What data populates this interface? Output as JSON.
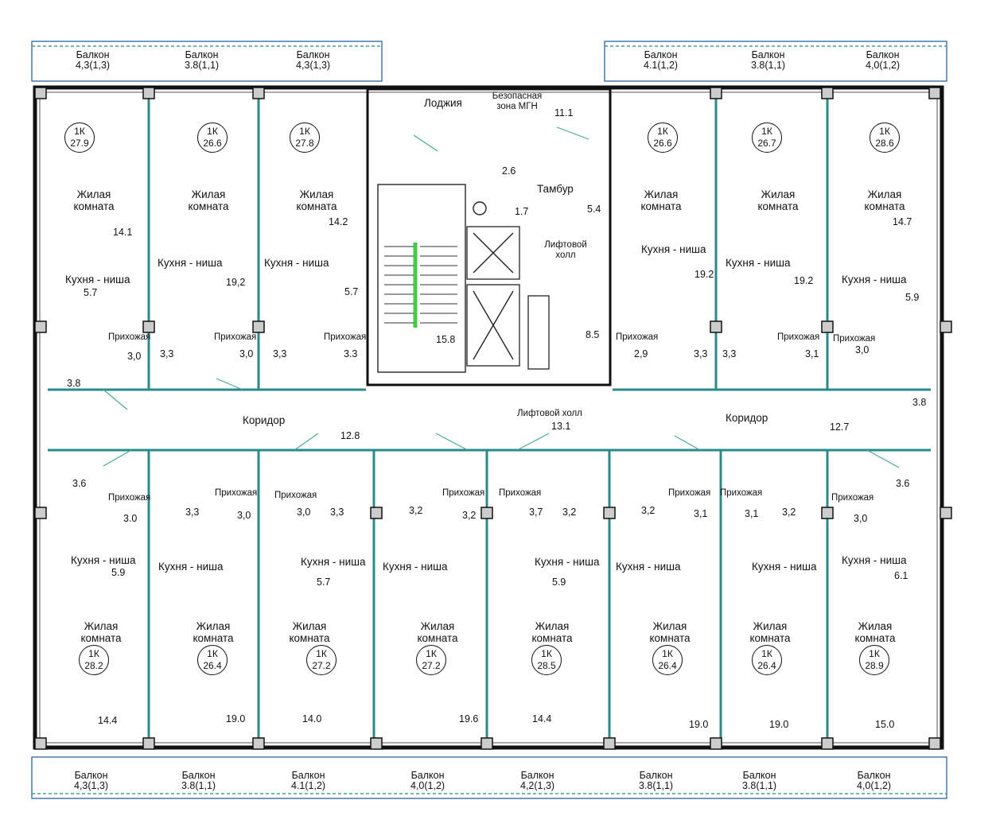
{
  "top_balconies": [
    {
      "name": "Балкон",
      "size": "4,3(1,3)"
    },
    {
      "name": "Балкон",
      "size": "3.8(1,1)"
    },
    {
      "name": "Балкон",
      "size": "4,3(1,3)"
    },
    {
      "name": "Балкон",
      "size": "4.1(1,2)"
    },
    {
      "name": "Балкон",
      "size": "3.8(1,1)"
    },
    {
      "name": "Балкон",
      "size": "4,0(1,2)"
    }
  ],
  "bottom_balconies": [
    {
      "name": "Балкон",
      "size": "4,3(1,3)"
    },
    {
      "name": "Балкон",
      "size": "3.8(1,1)"
    },
    {
      "name": "Балкон",
      "size": "4.1(1,2)"
    },
    {
      "name": "Балкон",
      "size": "4,0(1,2)"
    },
    {
      "name": "Балкон",
      "size": "4,2(1,3)"
    },
    {
      "name": "Балкон",
      "size": "3.8(1,1)"
    },
    {
      "name": "Балкон",
      "size": "3.8(1,1)"
    },
    {
      "name": "Балкон",
      "size": "4,0(1,2)"
    }
  ],
  "top_apartments": [
    {
      "type": "1К",
      "area": "27.9"
    },
    {
      "type": "1К",
      "area": "26.6"
    },
    {
      "type": "1К",
      "area": "27.8"
    },
    {
      "type": "1К",
      "area": "26.6"
    },
    {
      "type": "1К",
      "area": "26.7"
    },
    {
      "type": "1К",
      "area": "28.6"
    }
  ],
  "bottom_apartments": [
    {
      "type": "1К",
      "area": "28.2"
    },
    {
      "type": "1К",
      "area": "26.4"
    },
    {
      "type": "1К",
      "area": "27.2"
    },
    {
      "type": "1К",
      "area": "27.2"
    },
    {
      "type": "1К",
      "area": "28.5"
    },
    {
      "type": "1К",
      "area": "26.4"
    },
    {
      "type": "1К",
      "area": "26.4"
    },
    {
      "type": "1К",
      "area": "28.9"
    }
  ],
  "labels": {
    "living_room": "Жилая комната",
    "kitchen": "Кухня - ниша",
    "hallway": "Прихожая",
    "corridor": "Коридор",
    "loggia": "Лоджия",
    "safe_zone": "Безопасная зона МГН",
    "vestibule": "Тамбур",
    "lift_hall": "Лифтовой холл",
    "lift_hall_main": "Лифтовой холл"
  },
  "areas": {
    "top_living": [
      "14.1",
      "14.2",
      "14.7"
    ],
    "top_kitchen": [
      "5.7",
      "19,2",
      "5.7",
      "19.2",
      "19.2",
      "5.9"
    ],
    "top_hall": [
      "3,0",
      "3,0",
      "3.3",
      "2,9",
      "3,1",
      "3,0"
    ],
    "top_bath": [
      "3,3",
      "3,3",
      "3,3",
      "3,3"
    ],
    "side_bath": [
      "3.8",
      "3.6",
      "3.8",
      "3.6"
    ],
    "corridors": [
      "12.8",
      "12.7"
    ],
    "core": [
      "11.1",
      "2.6",
      "1.7",
      "5.4",
      "15.8",
      "8.5",
      "13.1"
    ],
    "bot_hall": [
      "3.0",
      "3,0",
      "3,0",
      "3,2",
      "3,7",
      "3,1",
      "3,1",
      "3,0"
    ],
    "bot_bath": [
      "3,3",
      "3,3",
      "3,2",
      "3,2",
      "3,2",
      "3,2"
    ],
    "bot_kitchen": [
      "5.9",
      "5.7",
      "5.9",
      "6.1"
    ],
    "bot_living": [
      "14.4",
      "19.0",
      "14.0",
      "19.6",
      "14.4",
      "19.0",
      "19.0",
      "15.0"
    ]
  }
}
